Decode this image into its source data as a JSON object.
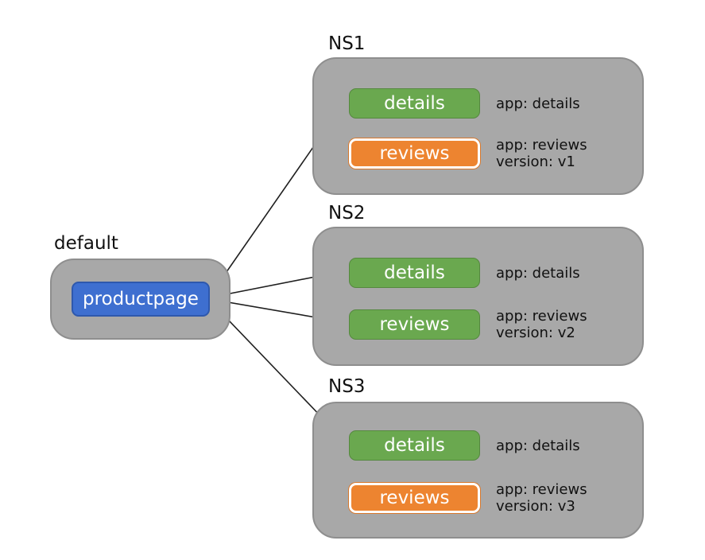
{
  "colors": {
    "node_green": "#6aa84f",
    "node_orange": "#ed8430",
    "node_blue": "#3e6fd0",
    "namespace_gray": "#a8a8a8",
    "arrow_black": "#1f1f1f"
  },
  "default_namespace": {
    "label": "default",
    "service": {
      "name": "productpage",
      "variant": "blue"
    }
  },
  "namespaces": [
    {
      "label": "NS1",
      "services": [
        {
          "name": "details",
          "variant": "green",
          "annotation": [
            "app: details"
          ]
        },
        {
          "name": "reviews",
          "variant": "orange",
          "annotation": [
            "app: reviews",
            "version: v1"
          ]
        }
      ]
    },
    {
      "label": "NS2",
      "services": [
        {
          "name": "details",
          "variant": "green",
          "annotation": [
            "app: details"
          ]
        },
        {
          "name": "reviews",
          "variant": "green",
          "annotation": [
            "app: reviews",
            "version: v2"
          ]
        }
      ]
    },
    {
      "label": "NS3",
      "services": [
        {
          "name": "details",
          "variant": "green",
          "annotation": [
            "app: details"
          ]
        },
        {
          "name": "reviews",
          "variant": "orange",
          "annotation": [
            "app: reviews",
            "version: v3"
          ]
        }
      ]
    }
  ],
  "connections": [
    {
      "from": "default/productpage",
      "to": "NS1/details"
    },
    {
      "from": "default/productpage",
      "to": "NS2/details"
    },
    {
      "from": "default/productpage",
      "to": "NS2/reviews"
    },
    {
      "from": "default/productpage",
      "to": "NS3/details"
    }
  ]
}
